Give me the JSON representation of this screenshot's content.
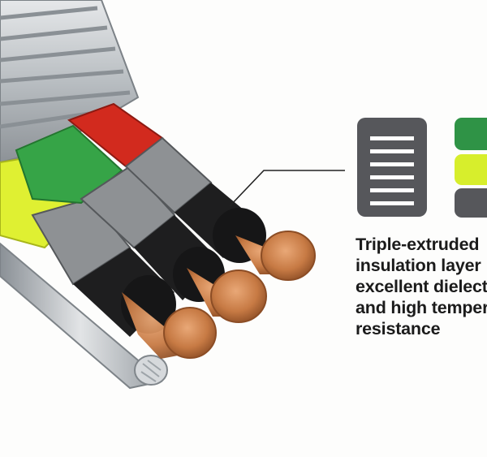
{
  "callout": {
    "lines": [
      "Triple-extruded",
      "insulation layer",
      "excellent dielectric",
      "and high temperature",
      "resistance"
    ]
  },
  "colors": {
    "text": "#1b1b1b",
    "icon_gray": "#56575b",
    "icon_green": "#2f9346",
    "icon_yellow": "#d7ee2c",
    "conductor_copper": "#c87a45",
    "jacket_black": "#1e1e1f",
    "armor_silver": "#c9cdd0",
    "insulation_red": "#d22a1e",
    "insulation_green": "#36a447",
    "insulation_yellow": "#dff032"
  },
  "icons": [
    "text-lines-icon",
    "color-layer-stack-icon"
  ]
}
